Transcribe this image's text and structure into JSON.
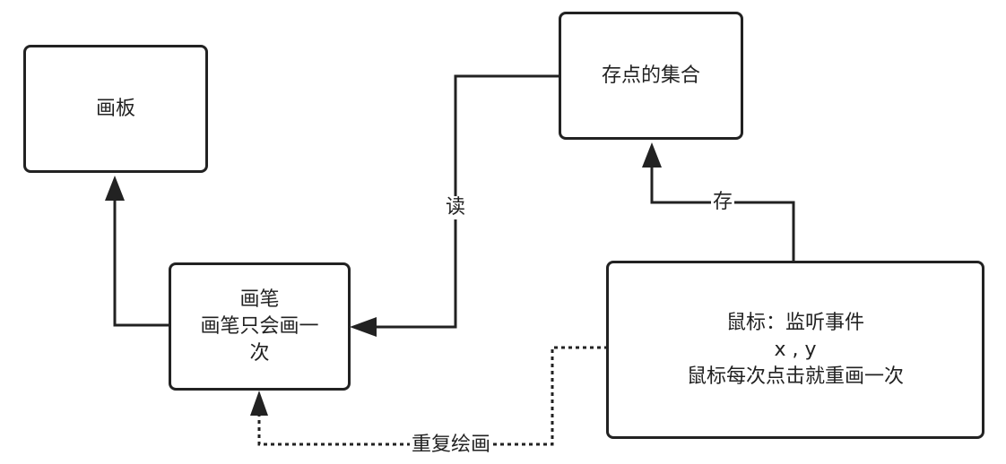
{
  "boxes": {
    "canvas": {
      "label": "画板"
    },
    "point_set": {
      "label": "存点的集合"
    },
    "brush": {
      "lines": [
        "画笔",
        "画笔只会画一",
        "次"
      ]
    },
    "mouse": {
      "lines": [
        "鼠标：监听事件",
        "x , y",
        "鼠标每次点击就重画一次"
      ]
    }
  },
  "edges": {
    "read_label": "读",
    "store_label": "存",
    "redraw_label": "重复绘画"
  },
  "colors": {
    "stroke": "#222222",
    "background": "#ffffff"
  }
}
